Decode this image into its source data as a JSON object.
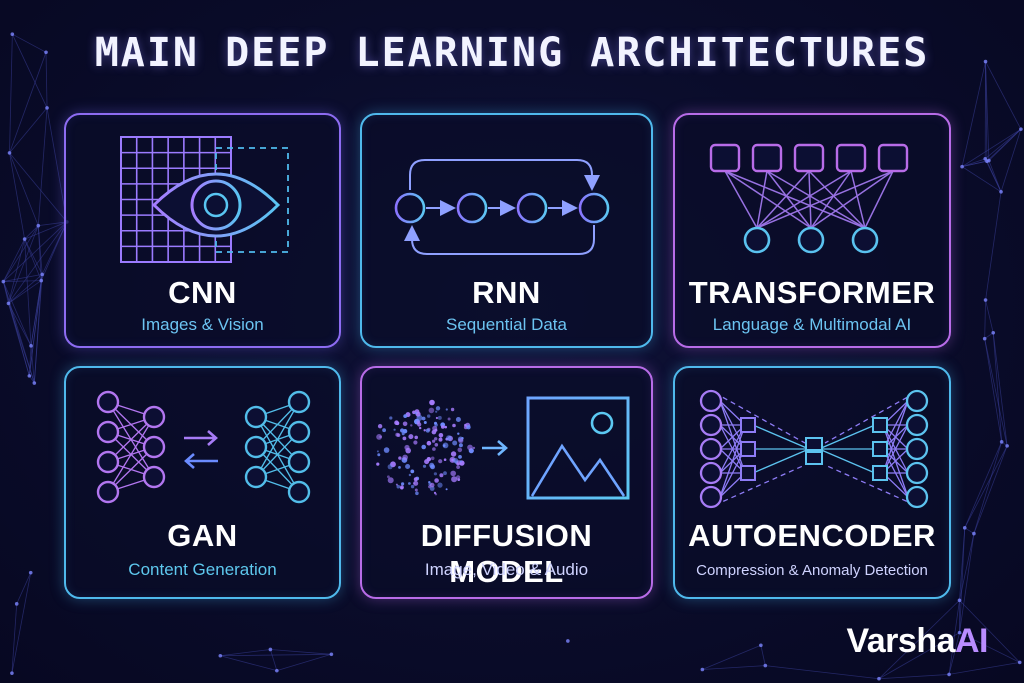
{
  "title": "MAIN DEEP LEARNING ARCHITECTURES",
  "cards": [
    {
      "title": "CNN",
      "subtitle": "Images & Vision",
      "accent": "#8d6cf2",
      "sub_color": "#6cc4f2"
    },
    {
      "title": "RNN",
      "subtitle": "Sequential Data",
      "accent": "#4fb9ec",
      "sub_color": "#6cc4f2"
    },
    {
      "title": "TRANSFORMER",
      "subtitle": "Language & Multimodal AI",
      "accent": "#b86ce8",
      "sub_color": "#6cc4f2"
    },
    {
      "title": "GAN",
      "subtitle": "Content Generation",
      "accent": "#4fb9ec",
      "sub_color": "#5ec8ee"
    },
    {
      "title": "DIFFUSION MODEL",
      "subtitle": "Image, Video & Audio",
      "accent": "#b86ce8",
      "sub_color": "#cfd3ff"
    },
    {
      "title": "AUTOENCODER",
      "subtitle": "Compression & Anomaly Detection",
      "accent": "#4fb9ec",
      "sub_color": "#cfd3ff"
    }
  ],
  "icons": [
    "grid-eye-icon",
    "recurrent-loop-icon",
    "attention-network-icon",
    "generator-discriminator-icon",
    "noise-to-image-icon",
    "encoder-decoder-icon"
  ],
  "brand": {
    "part1": "Varsha",
    "part2": "AI"
  },
  "colors": {
    "background": "#0a0c2a",
    "purple": "#9b7bff",
    "cyan": "#55c2f0",
    "magenta": "#c27af0"
  }
}
